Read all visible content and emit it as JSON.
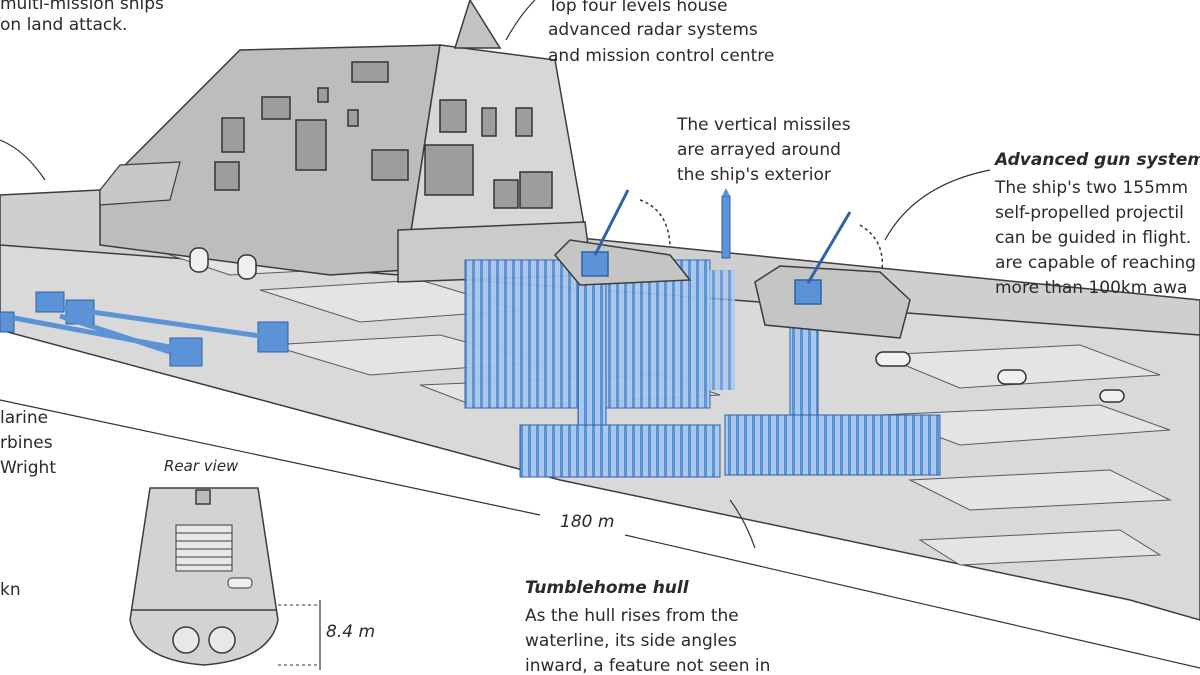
{
  "annotations": {
    "topleft_l1": "multi-mission ships",
    "topleft_l2": "on land attack.",
    "radar_l1": "Top four levels house",
    "radar_l2": "advanced radar systems",
    "radar_l3": "and mission control centre",
    "missiles_l1": "The vertical missiles",
    "missiles_l2": "are arrayed around",
    "missiles_l3": "the ship's exterior",
    "gun_title": "Advanced gun system",
    "gun_l1": "The ship's two 155mm",
    "gun_l2": "self-propelled projectil",
    "gun_l3": "can be guided in flight.",
    "gun_l4": "are capable of reaching",
    "gun_l5": "more than 100km awa",
    "turbine_l1": "larine",
    "turbine_l2": "rbines",
    "turbine_l3": "Wright",
    "speed_partial": "kn",
    "rear_view": "Rear view",
    "height": "8.4 m",
    "length": "180 m",
    "hull_title": "Tumblehome hull",
    "hull_l1": "As the hull rises from the",
    "hull_l2": "waterline, its side angles",
    "hull_l3": "inward, a feature not seen in"
  },
  "colors": {
    "hull": "#d6d6d6",
    "superstructure": "#b4b4b4",
    "outline": "#3c3c3c",
    "highlight_blue": "#5b93d6",
    "text": "#2a2a2a"
  }
}
